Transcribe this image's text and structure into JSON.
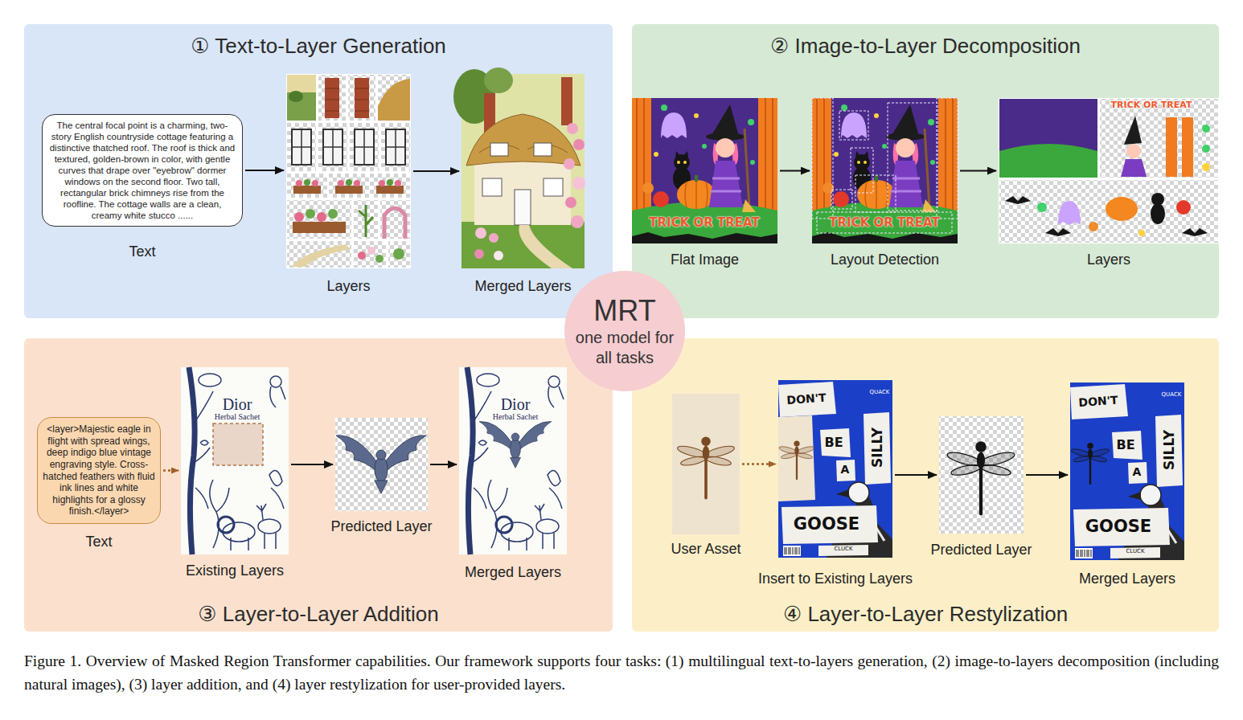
{
  "diagram": {
    "caption": "Figure 1. Overview of Masked Region Transformer capabilities. Our framework supports four tasks: (1) multilingual text-to-layers generation, (2) image-to-layers decomposition (including natural images), (3) layer addition, and (4) layer restylization for user-provided layers.",
    "nodes": [
      {
        "text": [
          "① Text-to-Layer Generation"
        ]
      },
      {
        "text": [
          "The central focal point is a charming, two-story English countryside cottage featuring a distinctive thatched roof. The roof is thick and textured, golden-brown in color, with gentle curves that drape over \"eyebrow\" dormer windows on the second floor. Two tall, rectangular brick chimneys rise from the roofline. The cottage walls are a clean, creamy white stucco ......",
          "Text"
        ],
        "in": 0
      },
      {
        "text": [
          "Layers"
        ],
        "in": 0
      },
      {
        "text": [
          "Merged Layers"
        ],
        "in": 0
      },
      {
        "text": [
          "② Image-to-Layer Decomposition"
        ]
      },
      {
        "text": [
          "Flat Image"
        ],
        "in": 4
      },
      {
        "text": [
          "Layout Detection"
        ],
        "in": 4
      },
      {
        "text": [
          "Layers"
        ],
        "in": 4
      },
      {
        "text": [
          "MRT",
          "one model for all tasks"
        ]
      },
      {
        "text": [
          "③ Layer-to-Layer Addition"
        ]
      },
      {
        "text": [
          "<layer>Majestic eagle in flight with spread wings, deep indigo blue vintage engraving style. Cross-hatched feathers with fluid ink lines and white highlights for a glossy finish.</layer>",
          "Text"
        ],
        "in": 9
      },
      {
        "text": [
          "Existing Layers"
        ],
        "in": 9
      },
      {
        "text": [
          "Predicted Layer"
        ],
        "in": 9
      },
      {
        "text": [
          "Merged Layers"
        ],
        "in": 9
      },
      {
        "text": [
          "④ Layer-to-Layer Restylization"
        ]
      },
      {
        "text": [
          "User Asset"
        ],
        "in": 14
      },
      {
        "text": [
          "Insert to Existing Layers"
        ],
        "in": 14
      },
      {
        "text": [
          "Predicted Layer"
        ],
        "in": 14
      },
      {
        "text": [
          "Merged Layers"
        ],
        "in": 14
      }
    ],
    "edges": [
      {
        "from": 1,
        "to": 2,
        "arrow": "to"
      },
      {
        "from": 2,
        "to": 3,
        "arrow": "to"
      },
      {
        "from": 5,
        "to": 6,
        "arrow": "to"
      },
      {
        "from": 6,
        "to": 7,
        "arrow": "to"
      },
      {
        "from": 10,
        "to": 11,
        "arrow": "to"
      },
      {
        "from": 11,
        "to": 12,
        "arrow": "to"
      },
      {
        "from": 12,
        "to": 13,
        "arrow": "to"
      },
      {
        "from": 15,
        "to": 16,
        "arrow": "to"
      },
      {
        "from": 16,
        "to": 17,
        "arrow": "to"
      },
      {
        "from": 17,
        "to": 18,
        "arrow": "to"
      }
    ],
    "labels": [
      "Dior",
      "Herbal Sachet",
      "Dior",
      "Herbal Sachet",
      "TRICK OR TREAT",
      "TRICK OR TREAT",
      "TRICK OR TREAT",
      "DON'T",
      "BE",
      "A",
      "SILLY",
      "GOOSE",
      "QUACK",
      "CLUCK",
      "DON'T",
      "BE",
      "A",
      "SILLY",
      "GOOSE",
      "QUACK",
      "CLUCK"
    ]
  }
}
